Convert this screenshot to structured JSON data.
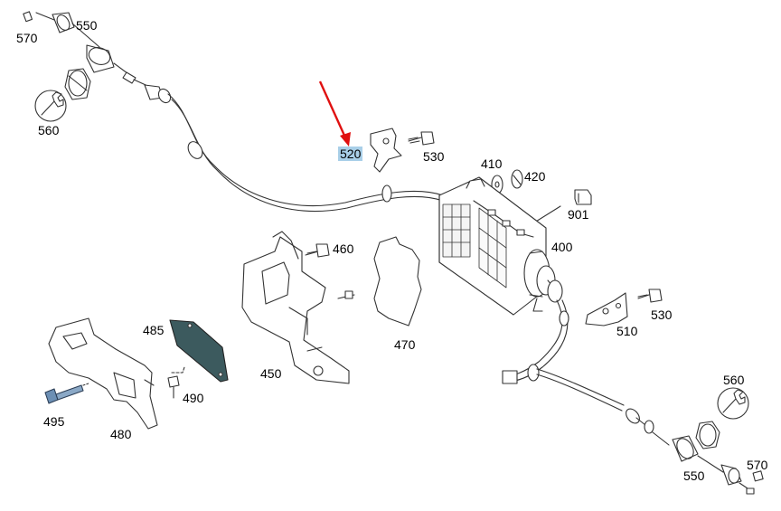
{
  "labels": {
    "p570_top": "570",
    "p550_top": "550",
    "p560_top": "560",
    "p520": "520",
    "p530_top": "530",
    "p410": "410",
    "p420": "420",
    "p901": "901",
    "p400": "400",
    "p460": "460",
    "p470": "470",
    "p485": "485",
    "p450": "450",
    "p490": "490",
    "p495": "495",
    "p480": "480",
    "p510": "510",
    "p530_right": "530",
    "p560_bottom": "560",
    "p550_bottom": "550",
    "p570_bottom": "570"
  },
  "highlight": {
    "selected_label": "520",
    "highlight_color": "#a9cfe8",
    "arrow_color": "#e01010"
  },
  "icons": {
    "wrench_top": "wrench-icon",
    "wrench_bottom": "wrench-icon"
  }
}
